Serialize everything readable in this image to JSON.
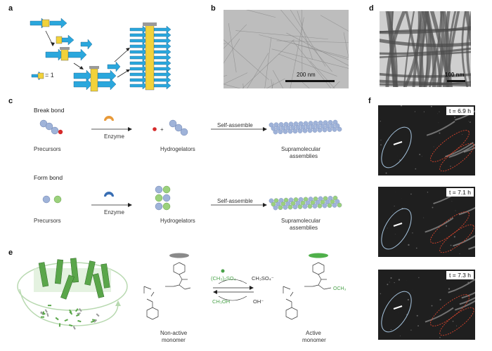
{
  "panels": {
    "a": {
      "label": "a",
      "legend": "= 1"
    },
    "b": {
      "label": "b",
      "scale": "200 nm"
    },
    "c": {
      "label": "c",
      "break_title": "Break bond",
      "form_title": "Form bond",
      "precursors": "Precursors",
      "enzyme": "Enzyme",
      "hydrogelators": "Hydrogelators",
      "self_assemble": "Self-assemble",
      "supra_line1": "Supramolecular",
      "supra_line2": "assemblies",
      "plus": "+"
    },
    "d": {
      "label": "d",
      "scale": "100 nm"
    },
    "e": {
      "label": "e",
      "nonactive_line1": "Non-active",
      "nonactive_line2": "monomer",
      "active_line1": "Active",
      "active_line2": "monomer",
      "reagent_top": "(CH₃)₂SO₄",
      "reagent_top_right": "CH₃SO₄⁻",
      "reagent_bottom_left": "CH₃OH",
      "reagent_bottom_right": "OH⁻",
      "methyl": "OCH₃"
    },
    "f": {
      "label": "f",
      "times": [
        "t = 6.9 h",
        "t = 7.1 h",
        "t = 7.3 h"
      ]
    }
  },
  "colors": {
    "blue_arrow": "#2aa7dd",
    "yellow": "#f2d23a",
    "bead_blue": "#9fb3d9",
    "bead_green": "#9bd17c",
    "dot_red": "#d62a2a",
    "enzyme_orange": "#e89a3a",
    "enzyme_blue": "#3a6fb4",
    "cell_green": "#5aa64a",
    "disc_grey": "#8a8a8a",
    "disc_green": "#4fb04a",
    "circle_light_blue": "#a8c6e0",
    "circle_red": "#d8442c"
  }
}
